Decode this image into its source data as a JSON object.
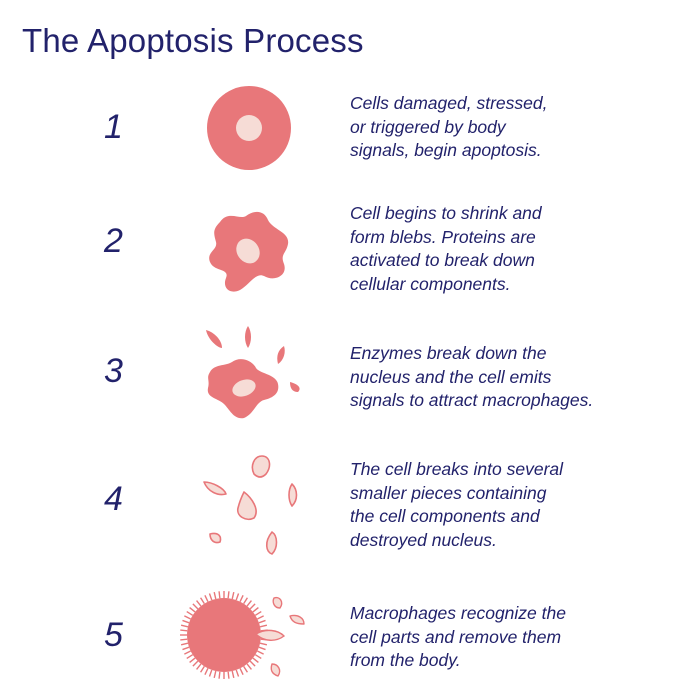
{
  "title": "The Apoptosis Process",
  "colors": {
    "text": "#22226b",
    "cell": "#e8777a",
    "nucleus": "#f6dcd6",
    "fragment_fill": "#f6dcd6",
    "fragment_stroke": "#e8777a"
  },
  "steps": [
    {
      "number": "1",
      "text": "Cells damaged, stressed,\nor triggered by body\nsignals, begin apoptosis.",
      "icon": "round-cell-icon"
    },
    {
      "number": "2",
      "text": "Cell begins to shrink and\nform blebs. Proteins are\nactivated to break down\ncellular components.",
      "icon": "blebbing-cell-icon"
    },
    {
      "number": "3",
      "text": "Enzymes break down the\nnucleus and the cell emits\nsignals to attract macrophages.",
      "icon": "fragmenting-cell-icon"
    },
    {
      "number": "4",
      "text": "The cell breaks into several\nsmaller pieces containing\nthe cell components and\ndestroyed nucleus.",
      "icon": "cell-fragments-icon"
    },
    {
      "number": "5",
      "text": "Macrophages recognize the\ncell parts and remove them\nfrom the body.",
      "icon": "macrophage-icon"
    }
  ]
}
